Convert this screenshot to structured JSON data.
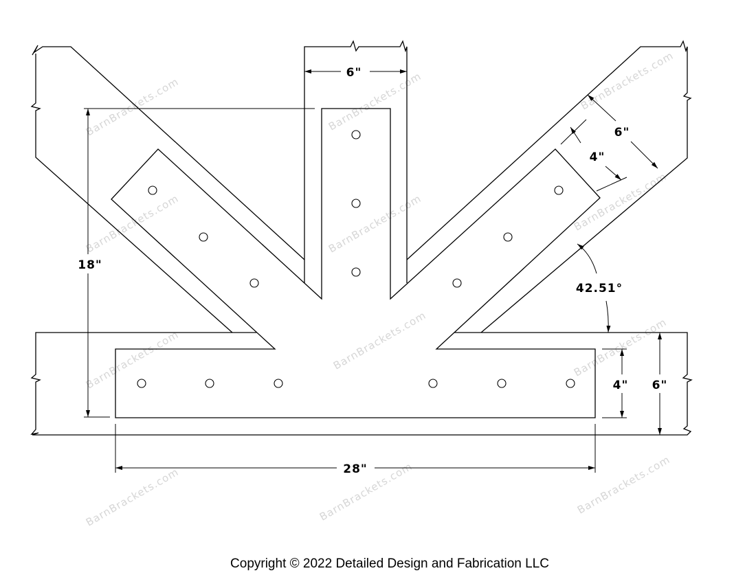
{
  "drawing": {
    "dimensions": {
      "post_width": "6\"",
      "total_height": "18\"",
      "total_length": "28\"",
      "plate_height": "4\"",
      "beam_height": "6\"",
      "brace_width": "6\"",
      "brace_plate_width": "4\"",
      "angle": "42.51°"
    },
    "watermark": "BarnBrackets.com",
    "copyright": "Copyright © 2022 Detailed Design and Fabrication LLC"
  }
}
